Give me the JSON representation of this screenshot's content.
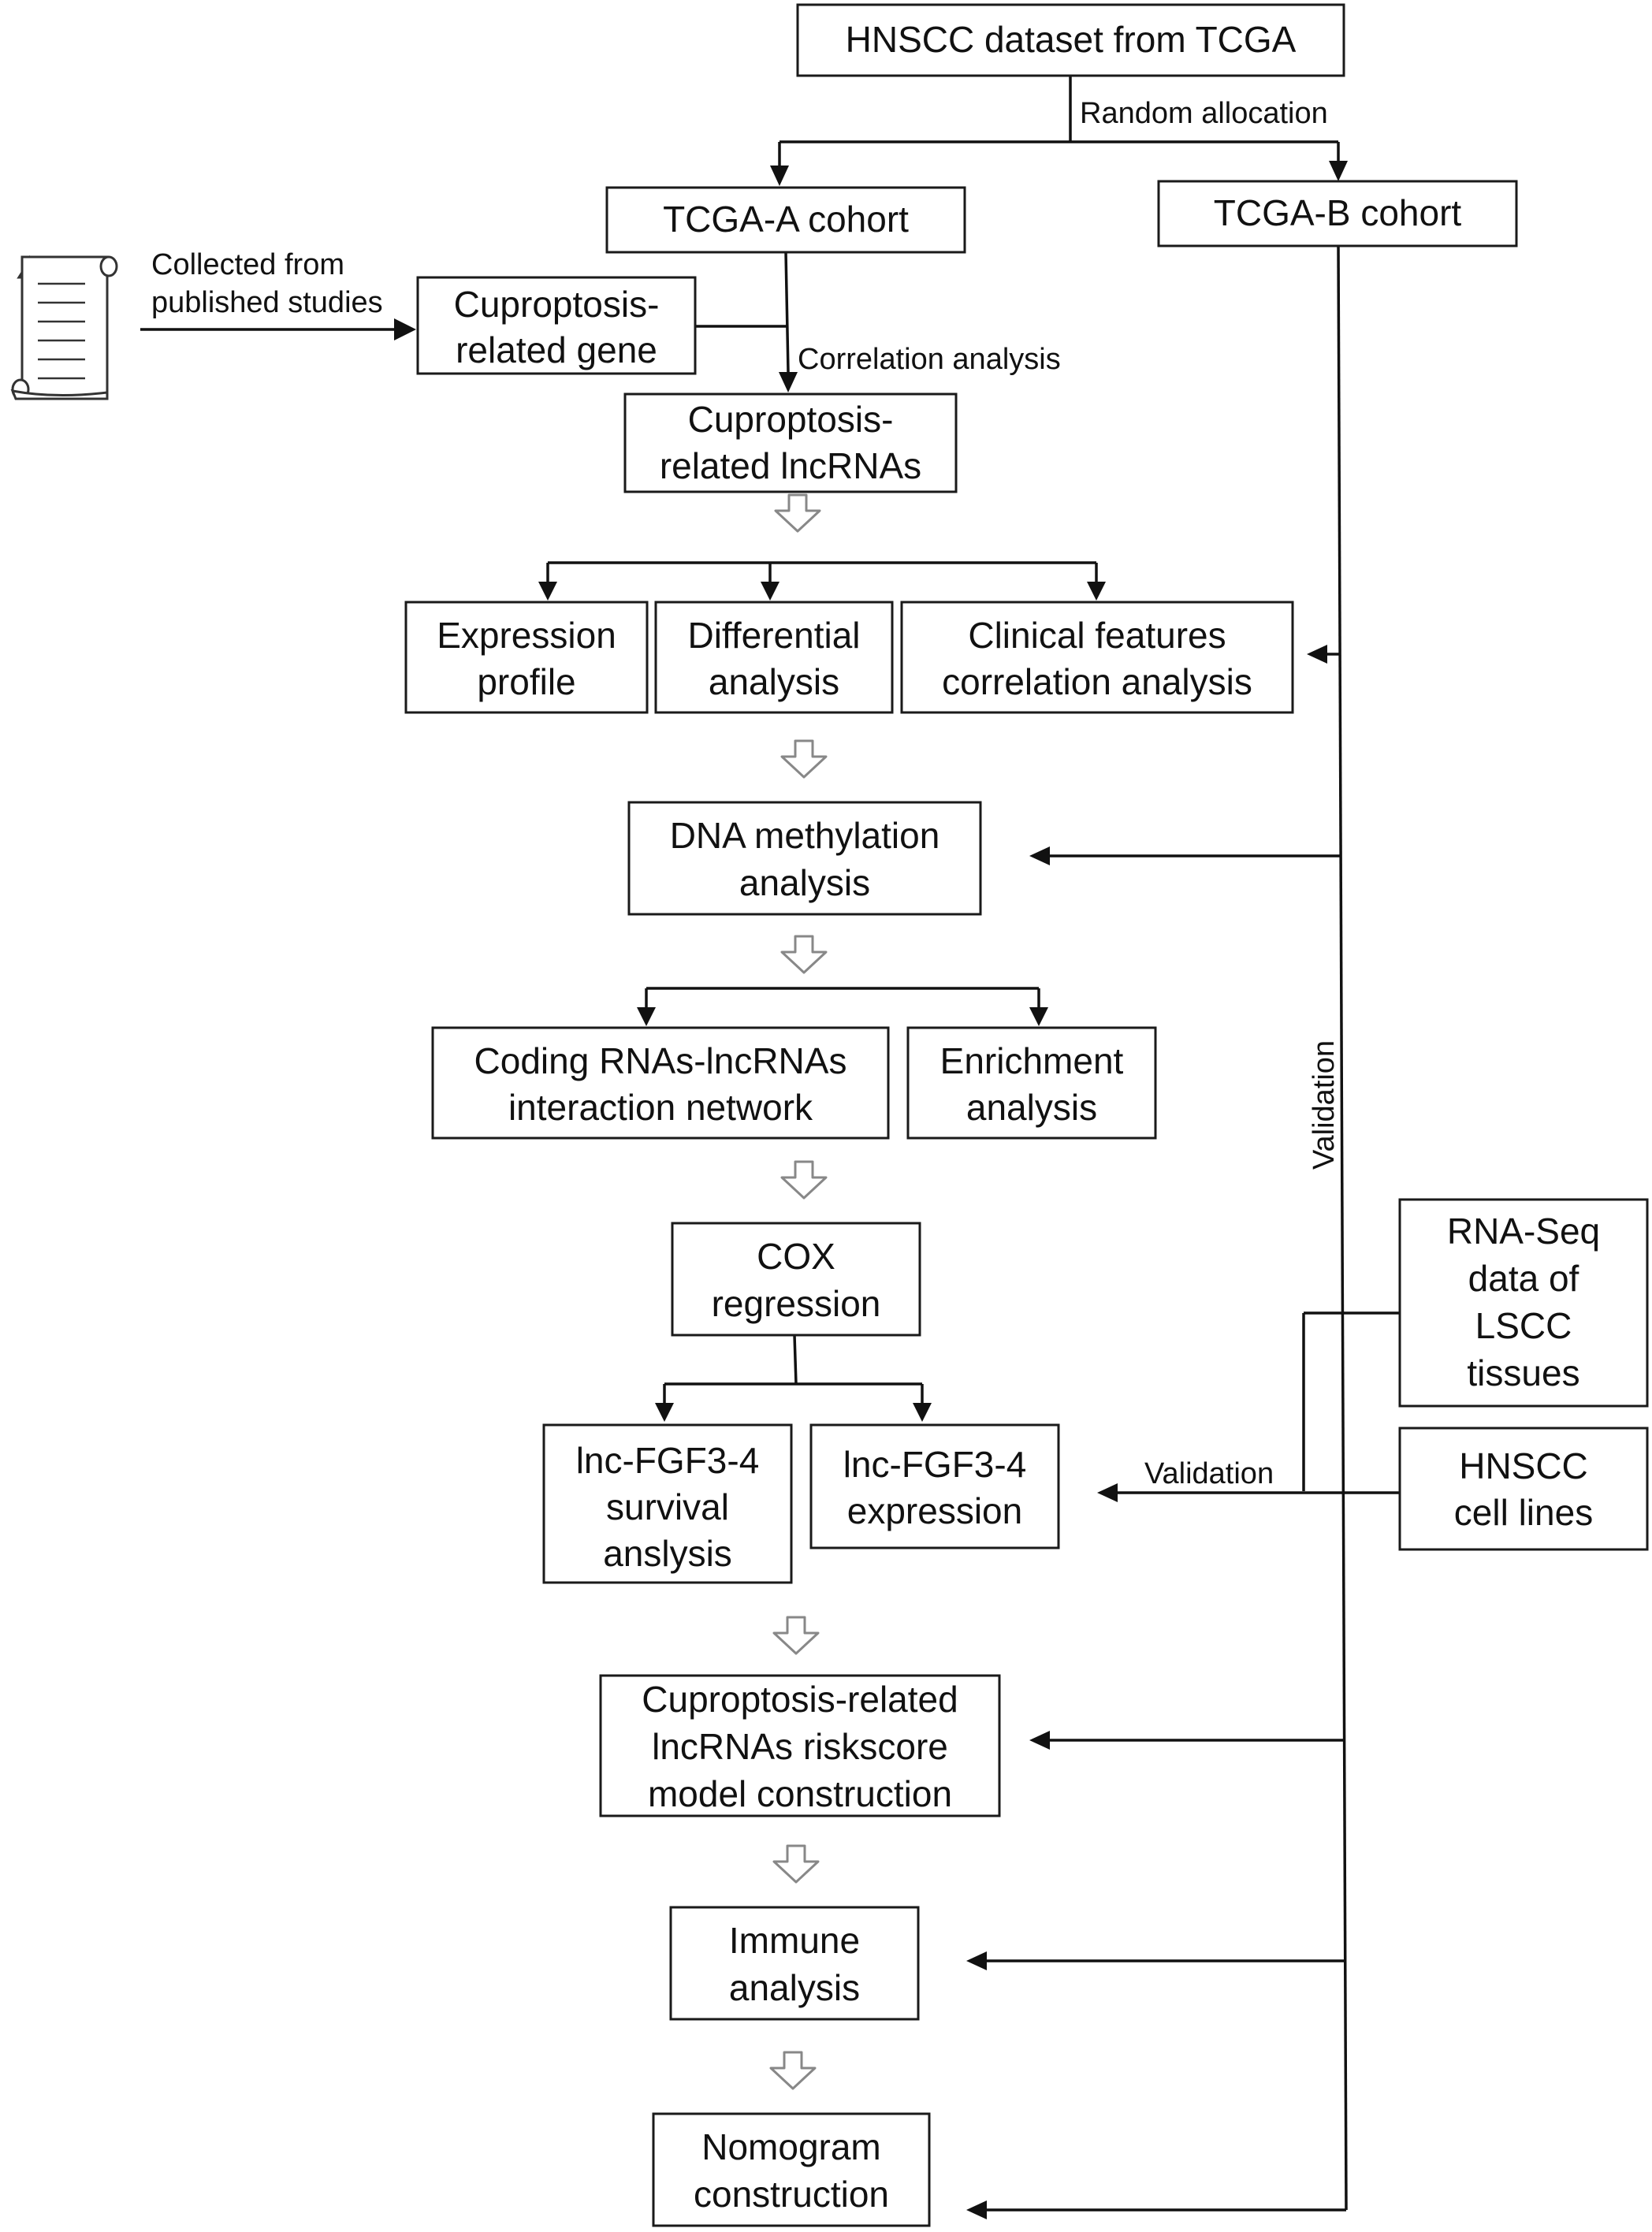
{
  "boxes": {
    "hnscc_tcga": [
      "HNSCC dataset from TCGA"
    ],
    "tcga_a": [
      "TCGA-A cohort"
    ],
    "tcga_b": [
      "TCGA-B cohort"
    ],
    "cuproptosis_gene": [
      "Cuproptosis-",
      "related gene"
    ],
    "cuproptosis_lncrnas": [
      "Cuproptosis-",
      "related lncRNAs"
    ],
    "expression_profile": [
      "Expression",
      "profile"
    ],
    "differential_analysis": [
      "Differential",
      "analysis"
    ],
    "clinical_features": [
      "Clinical features",
      "correlation analysis"
    ],
    "dna_methylation": [
      "DNA methylation",
      "analysis"
    ],
    "coding_network": [
      "Coding RNAs-lncRNAs",
      "interaction network"
    ],
    "enrichment": [
      "Enrichment",
      "analysis"
    ],
    "cox": [
      "COX",
      "regression"
    ],
    "survival": [
      "lnc-FGF3-4",
      "survival",
      "anslysis"
    ],
    "expression_fgf": [
      "lnc-FGF3-4",
      "expression"
    ],
    "rnaseq": [
      "RNA-Seq",
      "data of",
      "LSCC",
      "tissues"
    ],
    "cell_lines": [
      "HNSCC",
      "cell lines"
    ],
    "riskscore": [
      "Cuproptosis-related",
      "lncRNAs riskscore",
      "model construction"
    ],
    "immune": [
      "Immune",
      "analysis"
    ],
    "nomogram": [
      "Nomogram",
      "construction"
    ]
  },
  "labels": {
    "random_allocation": "Random allocation",
    "collected_1": "Collected from",
    "collected_2": "published studies",
    "correlation": "Correlation analysis",
    "validation_vertical": "Validation",
    "validation_horizontal": "Validation"
  },
  "icons": {
    "document": "scroll-document-icon",
    "step_arrow": "hollow-down-arrow-icon"
  },
  "colors": {
    "line": "#111111",
    "box_border": "#1a1a1a",
    "hollow_arrow": "#888888"
  }
}
